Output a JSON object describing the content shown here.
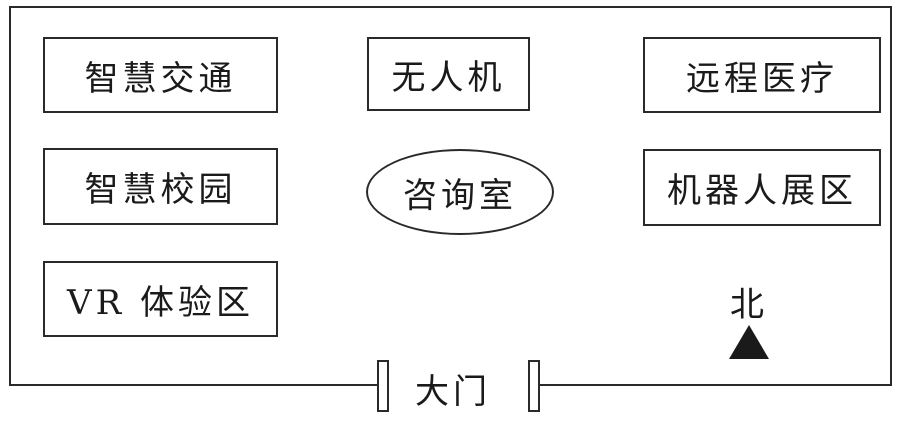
{
  "rooms": {
    "smart_traffic": "智慧交通",
    "drone": "无人机",
    "telemedicine": "远程医疗",
    "smart_campus": "智慧校园",
    "consultation": "咨询室",
    "robot_exhibit": "机器人展区",
    "vr_zone": "VR 体验区"
  },
  "gate": {
    "label": "大门"
  },
  "compass": {
    "north_label": "北"
  }
}
